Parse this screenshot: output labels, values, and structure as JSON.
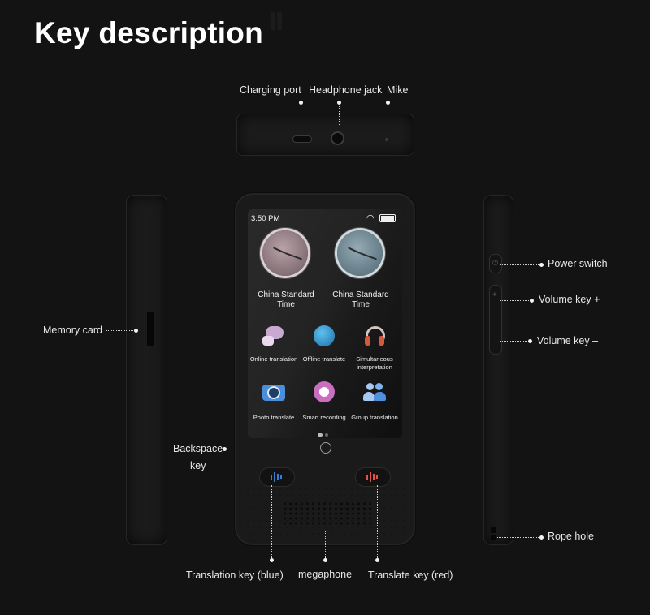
{
  "title": "Key description",
  "labels": {
    "charging_port": "Charging port",
    "headphone_jack": "Headphone jack",
    "mike": "Mike",
    "memory_card": "Memory card",
    "power_switch": "Power switch",
    "volume_up": "Volume key +",
    "volume_down": "Volume key –",
    "backspace_line1": "Backspace",
    "backspace_line2": "key",
    "rope_hole": "Rope hole",
    "translation_key_blue": "Translation key (blue)",
    "megaphone": "megaphone",
    "translate_key_red": "Translate key (red)"
  },
  "screen": {
    "time": "3:50 PM",
    "clocks": [
      {
        "name": "China Standard Time"
      },
      {
        "name": "China Standard Time"
      }
    ],
    "apps": [
      {
        "label": "Online translation",
        "icon": "online-translation-icon"
      },
      {
        "label": "Offline translate",
        "icon": "globe-icon"
      },
      {
        "label": "Simultaneous interpretation",
        "icon": "headphones-icon"
      },
      {
        "label": "Photo translate",
        "icon": "camera-icon"
      },
      {
        "label": "Smart recording",
        "icon": "recording-icon"
      },
      {
        "label": "Group translation",
        "icon": "group-icon"
      }
    ]
  },
  "colors": {
    "background": "#131313",
    "device": "#1b1b1b",
    "blue_key": "#3a7bd5",
    "red_key": "#e0524a"
  }
}
